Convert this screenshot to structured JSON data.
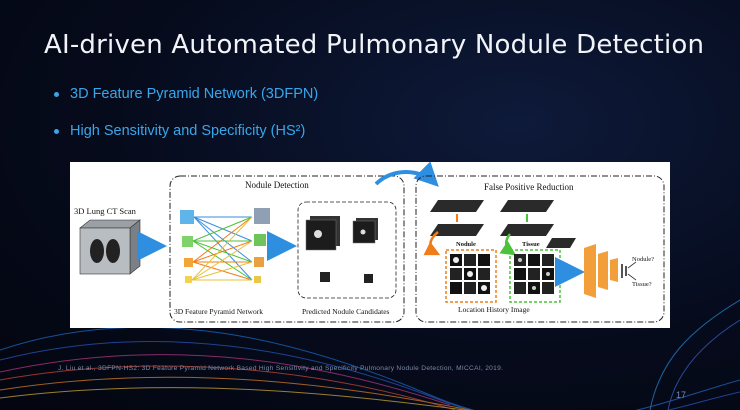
{
  "slide": {
    "title": "AI-driven Automated Pulmonary Nodule Detection",
    "bullets": [
      "3D Feature Pyramid Network (3DFPN)",
      "High Sensitivity and Specificity (HS²)"
    ],
    "citation": "J. Liu et al., 3DFPN-HS2: 3D Feature Pyramid Network Based High Sensitivity and Specificity Pulmonary Nodule Detection, MICCAI, 2019.",
    "page_number": "17"
  },
  "figure": {
    "input_label": "3D Lung CT Scan",
    "nodule_detection_title": "Nodule Detection",
    "fpn_label": "3D Feature Pyramid Network",
    "candidates_label": "Predicted Nodule Candidates",
    "fpr_title": "False Positive Reduction",
    "nodule_label": "Nodule",
    "tissue_label": "Tissue",
    "history_label": "Location History Image",
    "output_nodule": "Nodule?",
    "output_tissue": "Tissue?"
  },
  "colors": {
    "bullet_text": "#39a6ea",
    "arrow_blue": "#2e8fe0",
    "nodule_box": "#f07d1a",
    "tissue_box": "#4cc23a"
  }
}
